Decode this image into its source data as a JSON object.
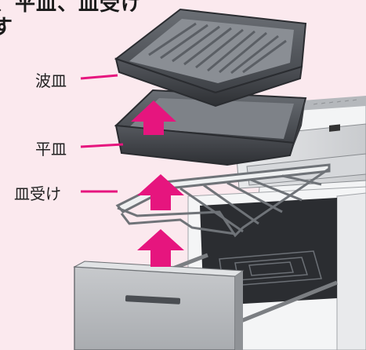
{
  "header": {
    "line1": "、平皿、皿受け",
    "line2": "す"
  },
  "labels": {
    "wave_tray": "波皿",
    "flat_tray": "平皿",
    "tray_holder": "皿受け"
  },
  "colors": {
    "background": "#fbe9ee",
    "arrow": "#e6157e",
    "pointer_line": "#e6157e",
    "tray_dark": "#4a4d52",
    "metal_light": "#d8dadc"
  }
}
